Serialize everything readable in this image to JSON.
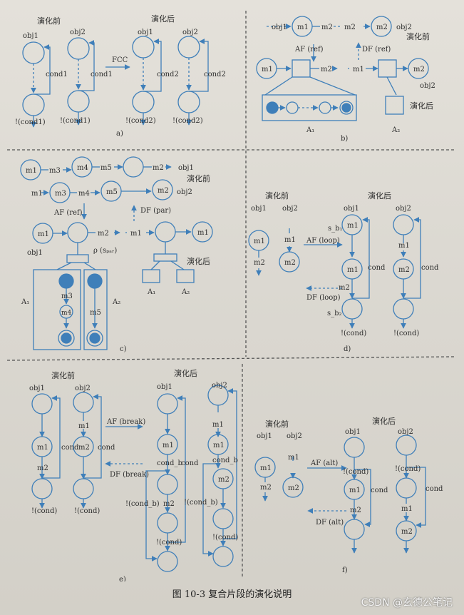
{
  "caption": "图 10-3  复合片段的演化说明",
  "watermark": "CSDN @玄德公笔记",
  "common": {
    "before": "演化前",
    "after": "演化后",
    "obj1": "obj1",
    "obj2": "obj2",
    "m1": "m1",
    "m2": "m2",
    "m3": "m3",
    "m4": "m4",
    "m5": "m5",
    "cond": "cond",
    "cond1": "cond1",
    "cond2": "cond2",
    "not_cond": "!(cond)",
    "not_cond1": "!(cond1)",
    "not_cond2": "!(cond2)",
    "A1": "A₁",
    "A2": "A₂"
  },
  "a": {
    "label": "a)",
    "fcc": "FCC"
  },
  "b": {
    "label": "b)",
    "af": "AF (ref)",
    "df": "DF (ref)"
  },
  "c": {
    "label": "c)",
    "af": "AF (ref)",
    "df": "DF (par)",
    "rho": "ρ (sₚₐᵣ)"
  },
  "d": {
    "label": "d)",
    "af": "AF (loop)",
    "df": "DF (loop)",
    "sb1": "s_b₁",
    "sb2": "s_b₂"
  },
  "e": {
    "label": "e)",
    "af": "AF (break)",
    "df": "DF (break)",
    "cond_b": "cond_b",
    "not_cond_b": "!(cond_b)"
  },
  "f": {
    "label": "f)",
    "af": "AF (alt)",
    "df": "DF (alt)"
  }
}
